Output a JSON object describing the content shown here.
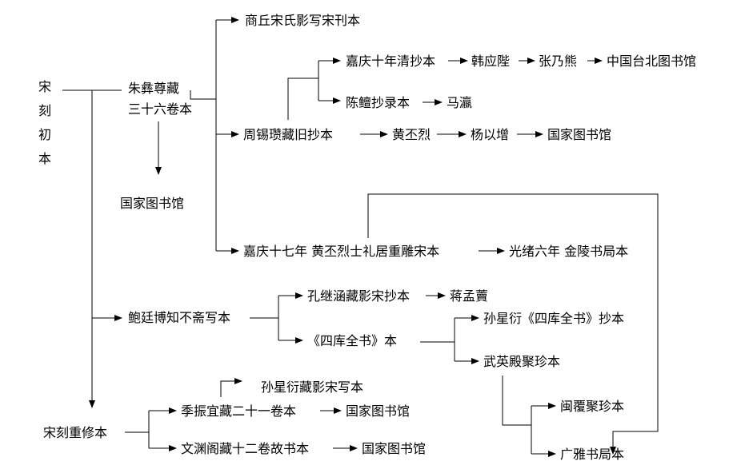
{
  "nodes": {
    "song_first": "宋刻初本",
    "zhu_yizun": "朱彝尊藏",
    "thirty_six": "三十六卷本",
    "nlc_left": "国家图书馆",
    "shangqiu": "商丘宋氏影写宋刊本",
    "jiaqing10": "嘉庆十年清抄本",
    "han_yingbi": "韩应陛",
    "zhang_naixiong": "张乃熊",
    "taipei": "中国台北图书馆",
    "chen_zhan": "陈鳣抄录本",
    "ma_ying": "马瀛",
    "zhou_xizan": "周锡瓒藏旧抄本",
    "huang_pilie": "黄丕烈",
    "yang_yizeng": "杨以增",
    "nlc_right": "国家图书馆",
    "jiaqing17": "嘉庆十七年 黄丕烈士礼居重雕宋本",
    "guangxu6": "光绪六年 金陵书局本",
    "bao_tingbo": "鲍廷博知不斋写本",
    "kong_jihan": "孔继涵藏影宋抄本",
    "jiang_menglong": "蒋孟藚",
    "siku": "《四库全书》本",
    "sun_siku": "孙星衍《四库全书》抄本",
    "wuying": "武英殿聚珍本",
    "min_fu": "闽覆聚珍本",
    "guangya": "广雅书局本",
    "sun_yingsong": "孙星衍藏影宋写本",
    "ji_zhenyi": "季振宜藏二十一卷本",
    "nlc_ji": "国家图书馆",
    "wenyuange": "文渊阁藏十二卷故书本",
    "nlc_wen": "国家图书馆",
    "song_revised": "宋刻重修本"
  },
  "colors": {
    "ink": "#000000",
    "background": "#ffffff"
  }
}
